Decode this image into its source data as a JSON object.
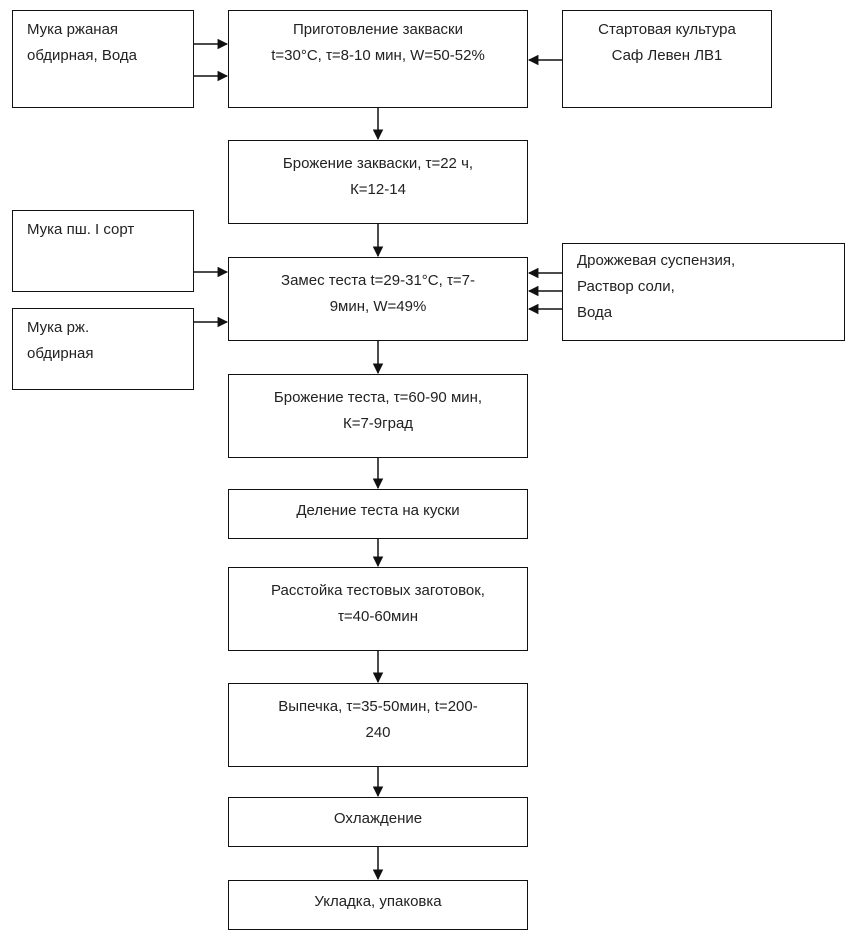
{
  "diagram": {
    "colors": {
      "line": "#111111",
      "text": "#222222",
      "background": "#ffffff"
    },
    "inputs": {
      "rye_flour_water": [
        "Мука ржаная",
        "обдирная,  Вода"
      ],
      "starter_culture": [
        "Стартовая культура",
        "Саф Левен ЛВ1"
      ],
      "wheat_flour": [
        "Мука пш. I сорт"
      ],
      "yeast_salt": [
        "Дрожжевая суспензия,",
        "Раствор соли,",
        "Вода"
      ],
      "rye_flour": [
        "Мука рж.",
        "обдирная"
      ]
    },
    "steps": {
      "starter_prep": [
        "Приготовление  закваски",
        "t=30°C, τ=8-10 мин, W=50-52%"
      ],
      "starter_ferment": [
        "Брожение закваски, τ=22 ч,",
        "К=12-14"
      ],
      "dough_mixing": [
        "Замес теста t=29-31°C,  τ=7-",
        "9мин, W=49%"
      ],
      "dough_ferment": [
        "Брожение теста, τ=60-90 мин,",
        "К=7-9град"
      ],
      "dividing": [
        "Деление теста на куски"
      ],
      "proofing": [
        "Расстойка тестовых заготовок,",
        "τ=40-60мин"
      ],
      "baking": [
        "Выпечка, τ=35-50мин, t=200-",
        "240"
      ],
      "cooling": [
        "Охлаждение"
      ],
      "packing": [
        "Укладка, упаковка"
      ]
    }
  }
}
